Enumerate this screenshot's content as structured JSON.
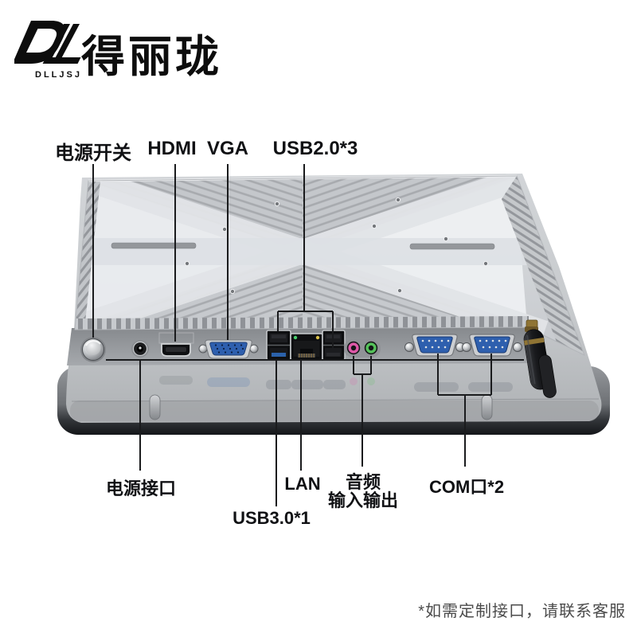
{
  "brand": {
    "mark": "DL",
    "mark_sub": "DLLJSJ",
    "name": "得丽珑"
  },
  "callouts": {
    "top": [
      {
        "id": "power-switch",
        "label": "电源开关"
      },
      {
        "id": "hdmi",
        "label": "HDMI"
      },
      {
        "id": "vga",
        "label": "VGA"
      },
      {
        "id": "usb2",
        "label": "USB2.0*3"
      }
    ],
    "bottom": [
      {
        "id": "power-in",
        "label": "电源接口"
      },
      {
        "id": "usb3",
        "label": "USB3.0*1"
      },
      {
        "id": "lan",
        "label": "LAN"
      },
      {
        "id": "audio",
        "label": "音频",
        "label2": "输入输出"
      },
      {
        "id": "com",
        "label": "COM口*2"
      }
    ]
  },
  "footnote": "*如需定制接口，请联系客服",
  "device": {
    "type": "industrial-panel-pc-rear-view",
    "ports": [
      "power-button",
      "dc-power-jack",
      "hdmi-port",
      "vga-port",
      "usb3-port",
      "lan-port",
      "usb2-ports",
      "audio-in-jack",
      "audio-out-jack",
      "com-port-1",
      "com-port-2",
      "wifi-antenna"
    ]
  },
  "colors": {
    "background": "#ffffff",
    "label_text": "#101114",
    "footnote_text": "#4b4b4b",
    "callout_line": "#1a1b1d",
    "chassis_light": "#d9dcdf",
    "chassis_mid": "#9a9da1",
    "bezel_dark_lip": "#141619",
    "vga_blue": "#2e5fae",
    "usb3_blue": "#2b62ab",
    "audio_pink": "#df58a8",
    "audio_green": "#55c25a",
    "lan_led_green": "#4ad06e",
    "antenna_brass": "#8f7434"
  }
}
